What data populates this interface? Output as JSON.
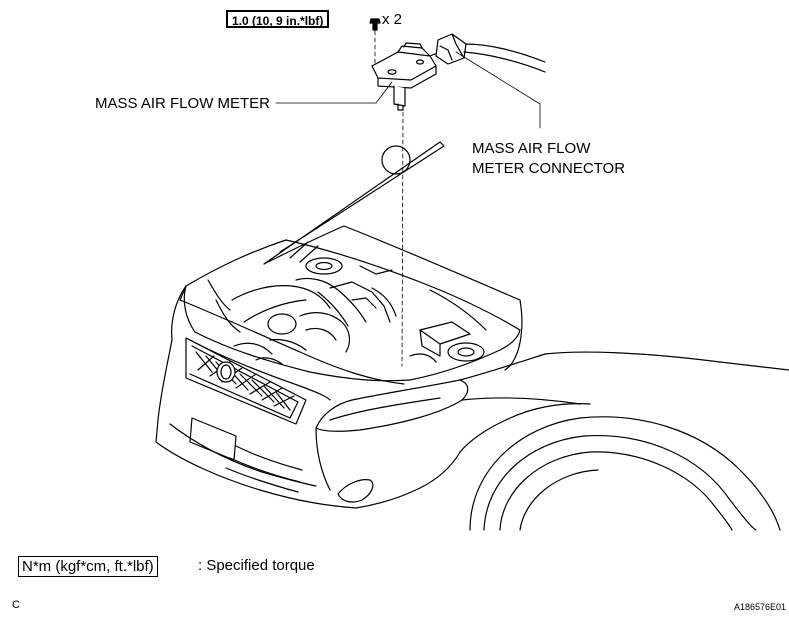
{
  "torque_spec": "1.0 (10, 9 in.*lbf)",
  "bolt_qty": "x 2",
  "labels": {
    "mass_air_flow_meter": "MASS AIR FLOW METER",
    "connector_line1": "MASS AIR FLOW",
    "connector_line2": "METER CONNECTOR"
  },
  "legend": {
    "unit_box": "N*m (kgf*cm, ft.*lbf)",
    "text": ": Specified torque"
  },
  "corner_letter": "C",
  "figure_code": "A186576E01"
}
